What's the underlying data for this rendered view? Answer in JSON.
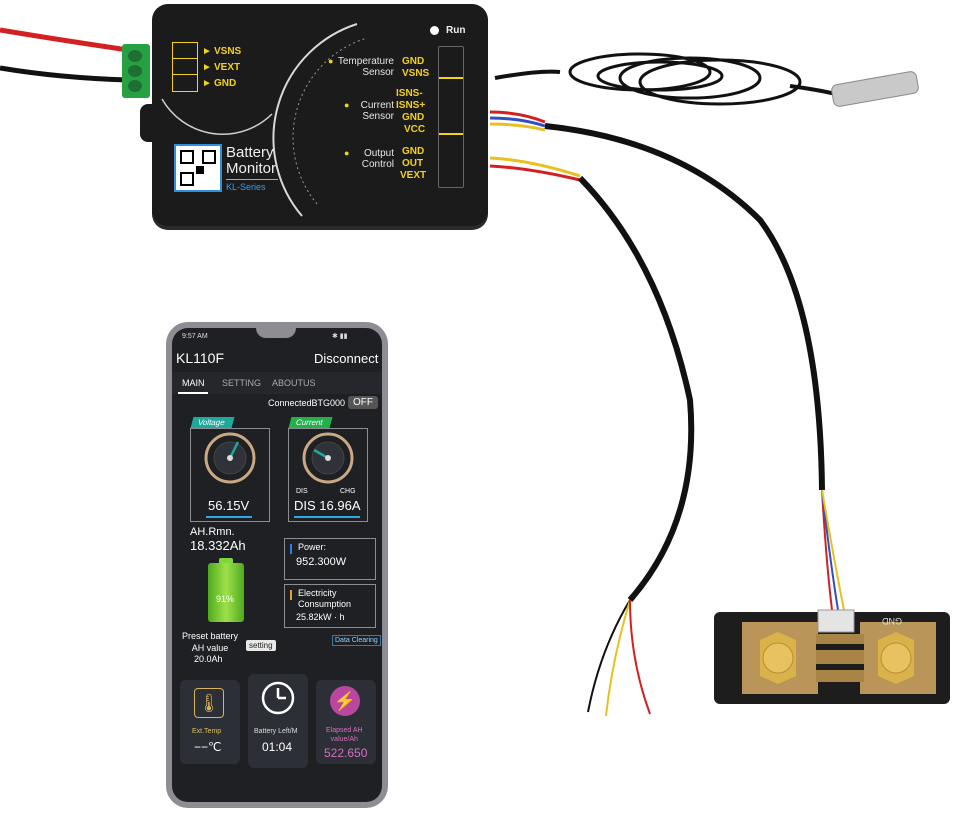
{
  "device": {
    "run_label": "Run",
    "left_terminals": [
      "VSNS",
      "VEXT",
      "GND"
    ],
    "temperature_label": "Temperature\nSensor",
    "temperature_pins": [
      "GND",
      "VSNS"
    ],
    "current_label": "Current\nSensor",
    "current_pins": [
      "ISNS-",
      "ISNS+",
      "GND",
      "VCC"
    ],
    "output_label": "Output\nControl",
    "output_pins": [
      "GND",
      "OUT",
      "VEXT"
    ],
    "brand_line1": "Battery",
    "brand_line2": "Monitor",
    "series": "KL-Series"
  },
  "phone": {
    "status_time": "9:57 AM",
    "app_title": "KL110F",
    "disconnect": "Disconnect",
    "tabs": [
      "MAIN",
      "SETTING",
      "ABOUTUS"
    ],
    "connection_status": "ConnectedBTG000",
    "toggle": "OFF",
    "voltage_tag": "Voltage",
    "voltage_value": "56.15V",
    "current_tag": "Current",
    "current_value": "DIS 16.96A",
    "dis_label": "DIS",
    "chg_label": "CHG",
    "ah_label": "AH.Rmn.",
    "ah_value": "18.332Ah",
    "battery_percent": "91%",
    "power_label": "Power:",
    "power_value": "952.300W",
    "consumption_label": "Electricity\nConsumption",
    "consumption_value": "25.82kW · h",
    "preset_label": "Preset battery\nAH value",
    "preset_value": "20.0Ah",
    "setting_button": "setting",
    "data_clearing": "Data Clearing",
    "ext_temp_label": "Ext.Temp",
    "ext_temp_value": "−−℃",
    "battery_left_label": "Battery Left/M",
    "battery_left_value": "01:04",
    "elapsed_label": "Elapsed AH\nvalue/Ah",
    "elapsed_value": "522.650"
  },
  "shunt": {
    "gnd_label": "GND"
  }
}
